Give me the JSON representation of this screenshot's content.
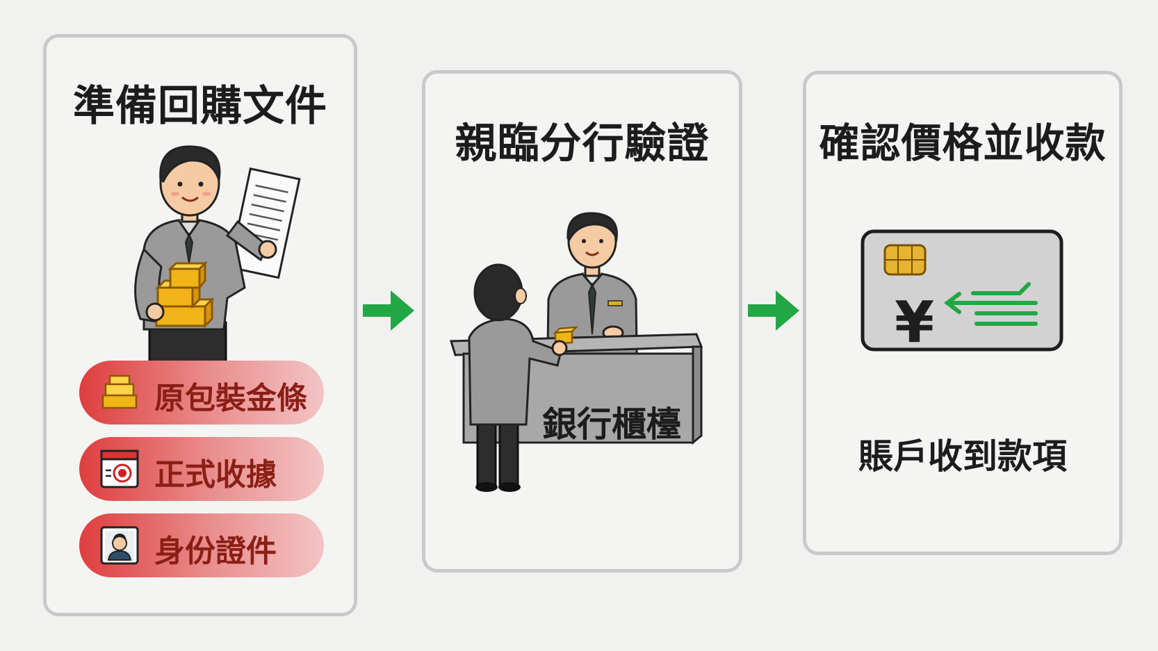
{
  "steps": [
    {
      "title": "準備回購文件",
      "documents": [
        {
          "label": "原包裝金條",
          "icon": "gold-bar-icon"
        },
        {
          "label": "正式收據",
          "icon": "receipt-icon"
        },
        {
          "label": "身份證件",
          "icon": "id-card-icon"
        }
      ]
    },
    {
      "title": "親臨分行驗證",
      "counter_label": "銀行櫃檯"
    },
    {
      "title": "確認價格並收款",
      "caption": "賬戶收到款項",
      "card_symbol": "¥"
    }
  ],
  "colors": {
    "arrow": "#22a745",
    "pill_start": "#de3e3e",
    "pill_end": "#f3c4c4",
    "panel_border": "#c9c9c9",
    "gold": "#f2b418"
  }
}
